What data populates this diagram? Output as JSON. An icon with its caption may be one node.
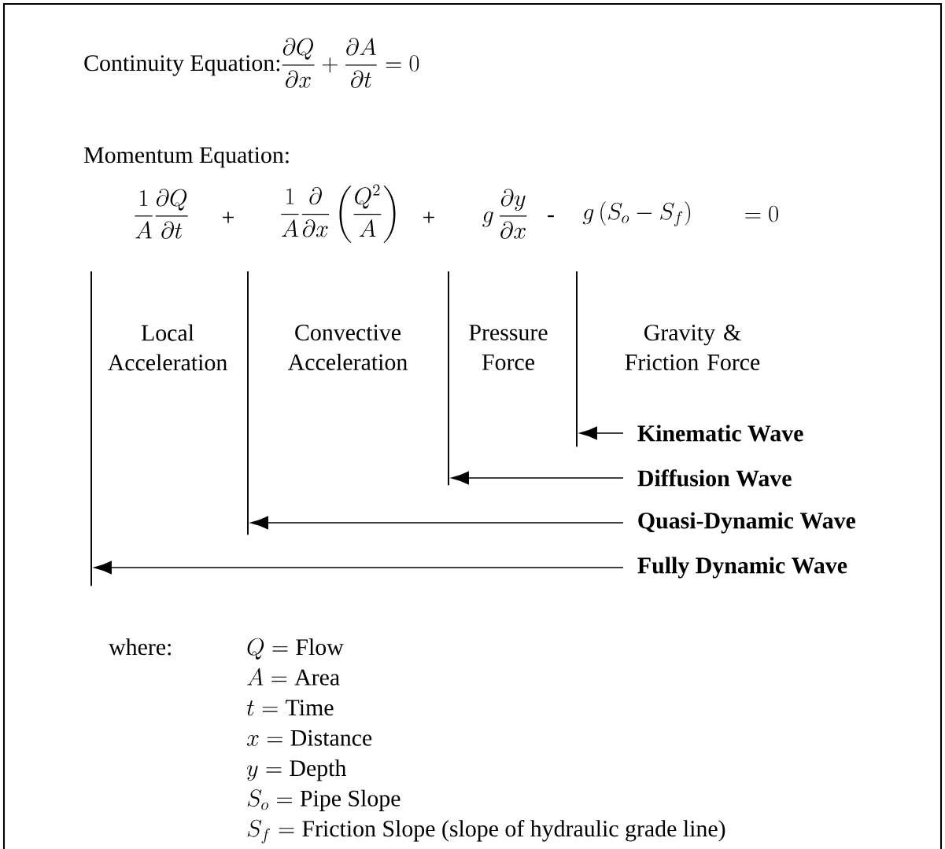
{
  "diagram": {
    "nodes": [
      {
        "text": [],
        "shape": "bar"
      },
      {
        "text": [],
        "shape": "bar"
      },
      {
        "text": [],
        "shape": "bar"
      },
      {
        "text": [],
        "shape": "bar"
      },
      {
        "text": [
          "Kinematic Wave"
        ]
      },
      {
        "text": [
          "Diffusion Wave"
        ]
      },
      {
        "text": [
          "Quasi-Dynamic Wave"
        ]
      },
      {
        "text": [
          "Fully Dynamic Wave"
        ]
      }
    ],
    "edges": [
      {
        "from": 4,
        "to": 3,
        "arrow": "to"
      },
      {
        "from": 5,
        "to": 2,
        "arrow": "to"
      },
      {
        "from": 6,
        "to": 1,
        "arrow": "to"
      },
      {
        "from": 7,
        "to": 0,
        "arrow": "to"
      }
    ],
    "labels": [
      "Continuity Equation:",
      "\\frac{\\partial Q}{\\partial x}+\\frac{\\partial A}{\\partial t}=0",
      "Momentum Equation:",
      "\\frac{1}{A}\\frac{\\partial Q}{\\partial t}",
      "+",
      "\\frac{1}{A}\\frac{\\partial}{\\partial x}\\left(\\frac{Q^{2}}{A}\\right)",
      "+",
      "g\\,\\frac{\\partial y}{\\partial x}",
      "-",
      "g\\left(S_{o}-S_{f}\\right)",
      "= 0",
      "Local Acceleration",
      "Convective Acceleration",
      "Pressure Force",
      "Gravity & Friction Force",
      "where:",
      "Q = \\text{Flow}",
      "A = \\text{Area}",
      "t = \\text{Time}",
      "x = \\text{Distance}",
      "y = \\text{Depth}",
      "S_{o} = \\text{Pipe Slope}",
      "S_{f} = \\text{Friction Slope (slope of hydraulic grade line)}"
    ]
  }
}
